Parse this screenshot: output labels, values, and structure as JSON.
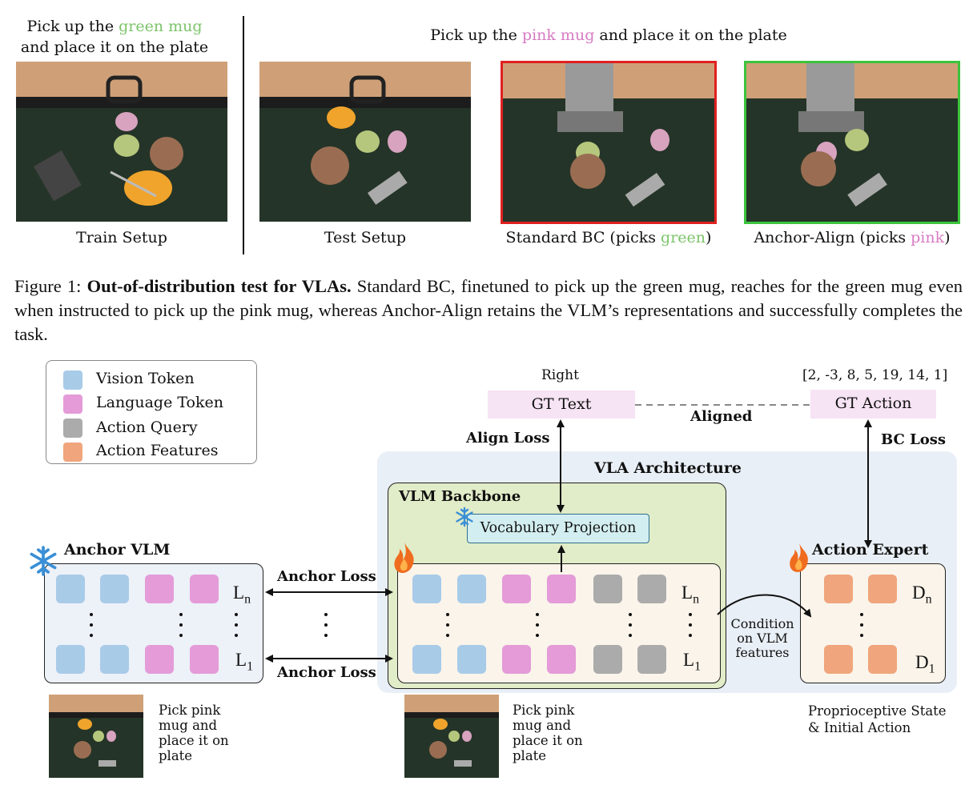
{
  "figure": {
    "train_caption_pre": "Pick up the ",
    "train_caption_color": "green mug",
    "train_caption_line2": "and place it on the plate",
    "test_caption_pre": "Pick up the ",
    "test_caption_color": "pink mug",
    "test_caption_post": " and place it on the plate",
    "panel_labels": {
      "train": "Train Setup",
      "test": "Test Setup",
      "standard_pre": "Standard BC (picks ",
      "standard_color": "green",
      "anchor_pre": "Anchor-Align (picks ",
      "anchor_color": "pink",
      "close_paren": ")"
    },
    "caption_number": "Figure 1:",
    "caption_bold": "Out-of-distribution test for VLAs.",
    "caption_text": "Standard BC, finetuned to pick up the green mug, reaches for the green mug even when instructed to pick up the pink mug, whereas Anchor-Align retains the VLM’s representations and successfully completes the task.",
    "colors": {
      "green_word": "#7cc46a",
      "pink_word": "#d77bc4",
      "red_border": "#e02020",
      "green_border": "#3cc43c"
    }
  },
  "diagram": {
    "legend": [
      "Vision Token",
      "Language Token",
      "Action Query",
      "Action Features"
    ],
    "right_label": "Right",
    "action_vector": "[2, -3, 8, 5, 19, 14, 1]",
    "gt_text": "GT Text",
    "gt_action": "GT Action",
    "aligned": "Aligned",
    "align_loss": "Align Loss",
    "bc_loss": "BC Loss",
    "vla_architecture": "VLA Architecture",
    "vlm_backbone": "VLM Backbone",
    "vocab_projection": "Vocabulary Projection",
    "anchor_vlm": "Anchor VLM",
    "action_expert": "Action Expert",
    "anchor_loss_top": "Anchor Loss",
    "anchor_loss_bottom": "Anchor Loss",
    "layer_top": "L",
    "layer_top_sub": "n",
    "layer_bottom": "L",
    "layer_bottom_sub": "1",
    "decoder_top": "D",
    "decoder_top_sub": "n",
    "decoder_bottom": "D",
    "decoder_bottom_sub": "1",
    "condition": [
      "Condition",
      "on VLM",
      "features"
    ],
    "instruction_left": [
      "Pick pink",
      "mug and",
      "place it on",
      "plate"
    ],
    "instruction_mid": [
      "Pick pink",
      "mug and",
      "place it on",
      "plate"
    ],
    "proprio": [
      "Proprioceptive State",
      "& Initial Action"
    ],
    "icons": [
      "snowflake-icon",
      "fire-icon"
    ]
  }
}
